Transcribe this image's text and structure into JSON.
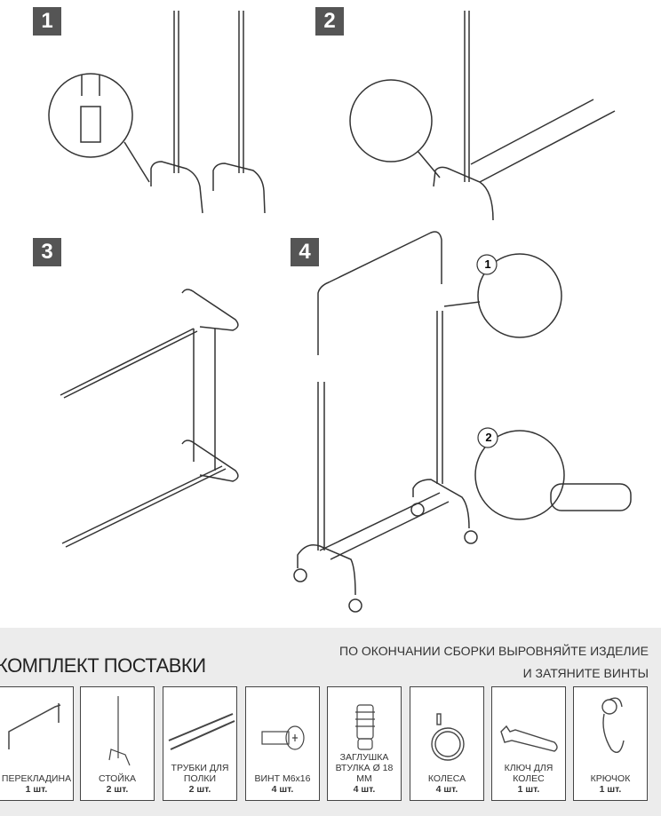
{
  "steps": [
    "1",
    "2",
    "3",
    "4"
  ],
  "callouts": [
    "1",
    "2"
  ],
  "kit": {
    "title": "КОМПЛЕКТ ПОСТАВКИ",
    "note_line1": "ПО ОКОНЧАНИИ СБОРКИ ВЫРОВНЯЙТЕ ИЗДЕЛИЕ",
    "note_line2": "И ЗАТЯНИТЕ ВИНТЫ",
    "items": [
      {
        "name": "ПЕРЕКЛАДИНА",
        "qty": "1 шт."
      },
      {
        "name": "СТОЙКА",
        "qty": "2 шт."
      },
      {
        "name": "ТРУБКИ ДЛЯ ПОЛКИ",
        "qty": "2 шт."
      },
      {
        "name": "ВИНТ М6x16",
        "qty": "4 шт."
      },
      {
        "name": "ЗАГЛУШКА ВТУЛКА Ø 18 ММ",
        "qty": "4 шт."
      },
      {
        "name": "КОЛЕСА",
        "qty": "4 шт."
      },
      {
        "name": "КЛЮЧ ДЛЯ КОЛЕС",
        "qty": "1 шт."
      },
      {
        "name": "КРЮЧОК",
        "qty": "1 шт."
      }
    ]
  }
}
